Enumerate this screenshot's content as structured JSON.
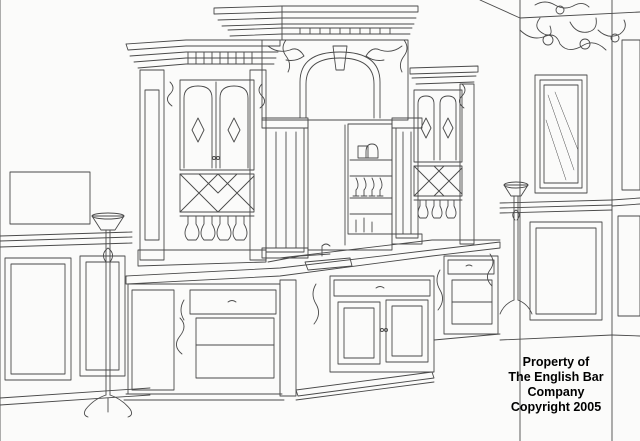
{
  "image": {
    "ink_color": "#4a4a4a",
    "paper_color": "#fbfbfa"
  },
  "watermark": {
    "lines": [
      "Property of",
      "The English Bar",
      "Company",
      "Copyright 2005"
    ],
    "color": "#000000"
  }
}
